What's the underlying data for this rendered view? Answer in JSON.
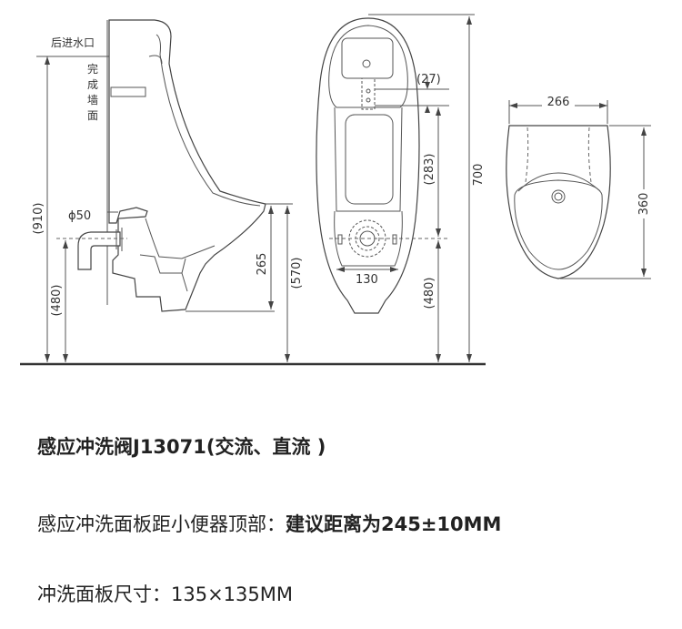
{
  "side_view": {
    "inlet_label": "后进水口",
    "wall_label": [
      "完",
      "成",
      "墙",
      "面"
    ],
    "height_total": "(910)",
    "pipe_label": "ϕ50",
    "outlet_height": "(480)",
    "rim_height_small": "265",
    "rim_height": "(570)"
  },
  "front_view": {
    "offset_top": "(27)",
    "inner_height": "(283)",
    "total_height": "700",
    "drain_width": "130",
    "drain_height": "(480)"
  },
  "top_view": {
    "width": "266",
    "depth": "360"
  },
  "text": {
    "line1": "感应冲洗阀J13071(交流、直流 )",
    "line2_prefix": "感应冲洗面板距小便器顶部：",
    "line2_value": "建议距离为245±10MM",
    "line3": "冲洗面板尺寸：135×135MM"
  }
}
